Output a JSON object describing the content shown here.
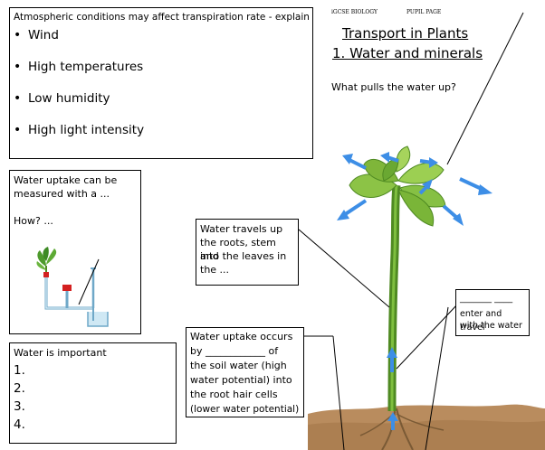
{
  "header": {
    "course": "iGCSE BIOLOGY",
    "page": "PUPIL PAGE"
  },
  "title": {
    "line1": "Transport in Plants",
    "line2": "1. Water and minerals"
  },
  "question": "What pulls the water up?",
  "conditions_box": {
    "heading": "Atmospheric conditions may affect transpiration rate - explain",
    "items": [
      "Wind",
      "High temperatures",
      "Low humidity",
      "High light intensity"
    ]
  },
  "uptake_box": {
    "line1": "Water uptake can be",
    "line2": "measured with a ...",
    "how": "How? ..."
  },
  "important_box": {
    "heading": "Water is important",
    "items": [
      "1.",
      "2.",
      "3.",
      "4."
    ]
  },
  "travels_box": {
    "lines": [
      "Water travels up",
      "the roots, stem and",
      "into the leaves in",
      "the ..."
    ]
  },
  "occurs_box": {
    "lines": [
      "Water uptake occurs",
      "by ____________ of",
      "the soil water (high",
      "water potential) into",
      "the root hair cells",
      "(lower water potential)"
    ]
  },
  "minerals_box": {
    "blanks": "_______  ____",
    "lines": [
      "enter and travel",
      "with the water"
    ]
  },
  "colors": {
    "arrow": "#3d8ee6",
    "stem": "#4f8a22",
    "leaf": "#7fb63a",
    "soil": "#b98c5e"
  }
}
